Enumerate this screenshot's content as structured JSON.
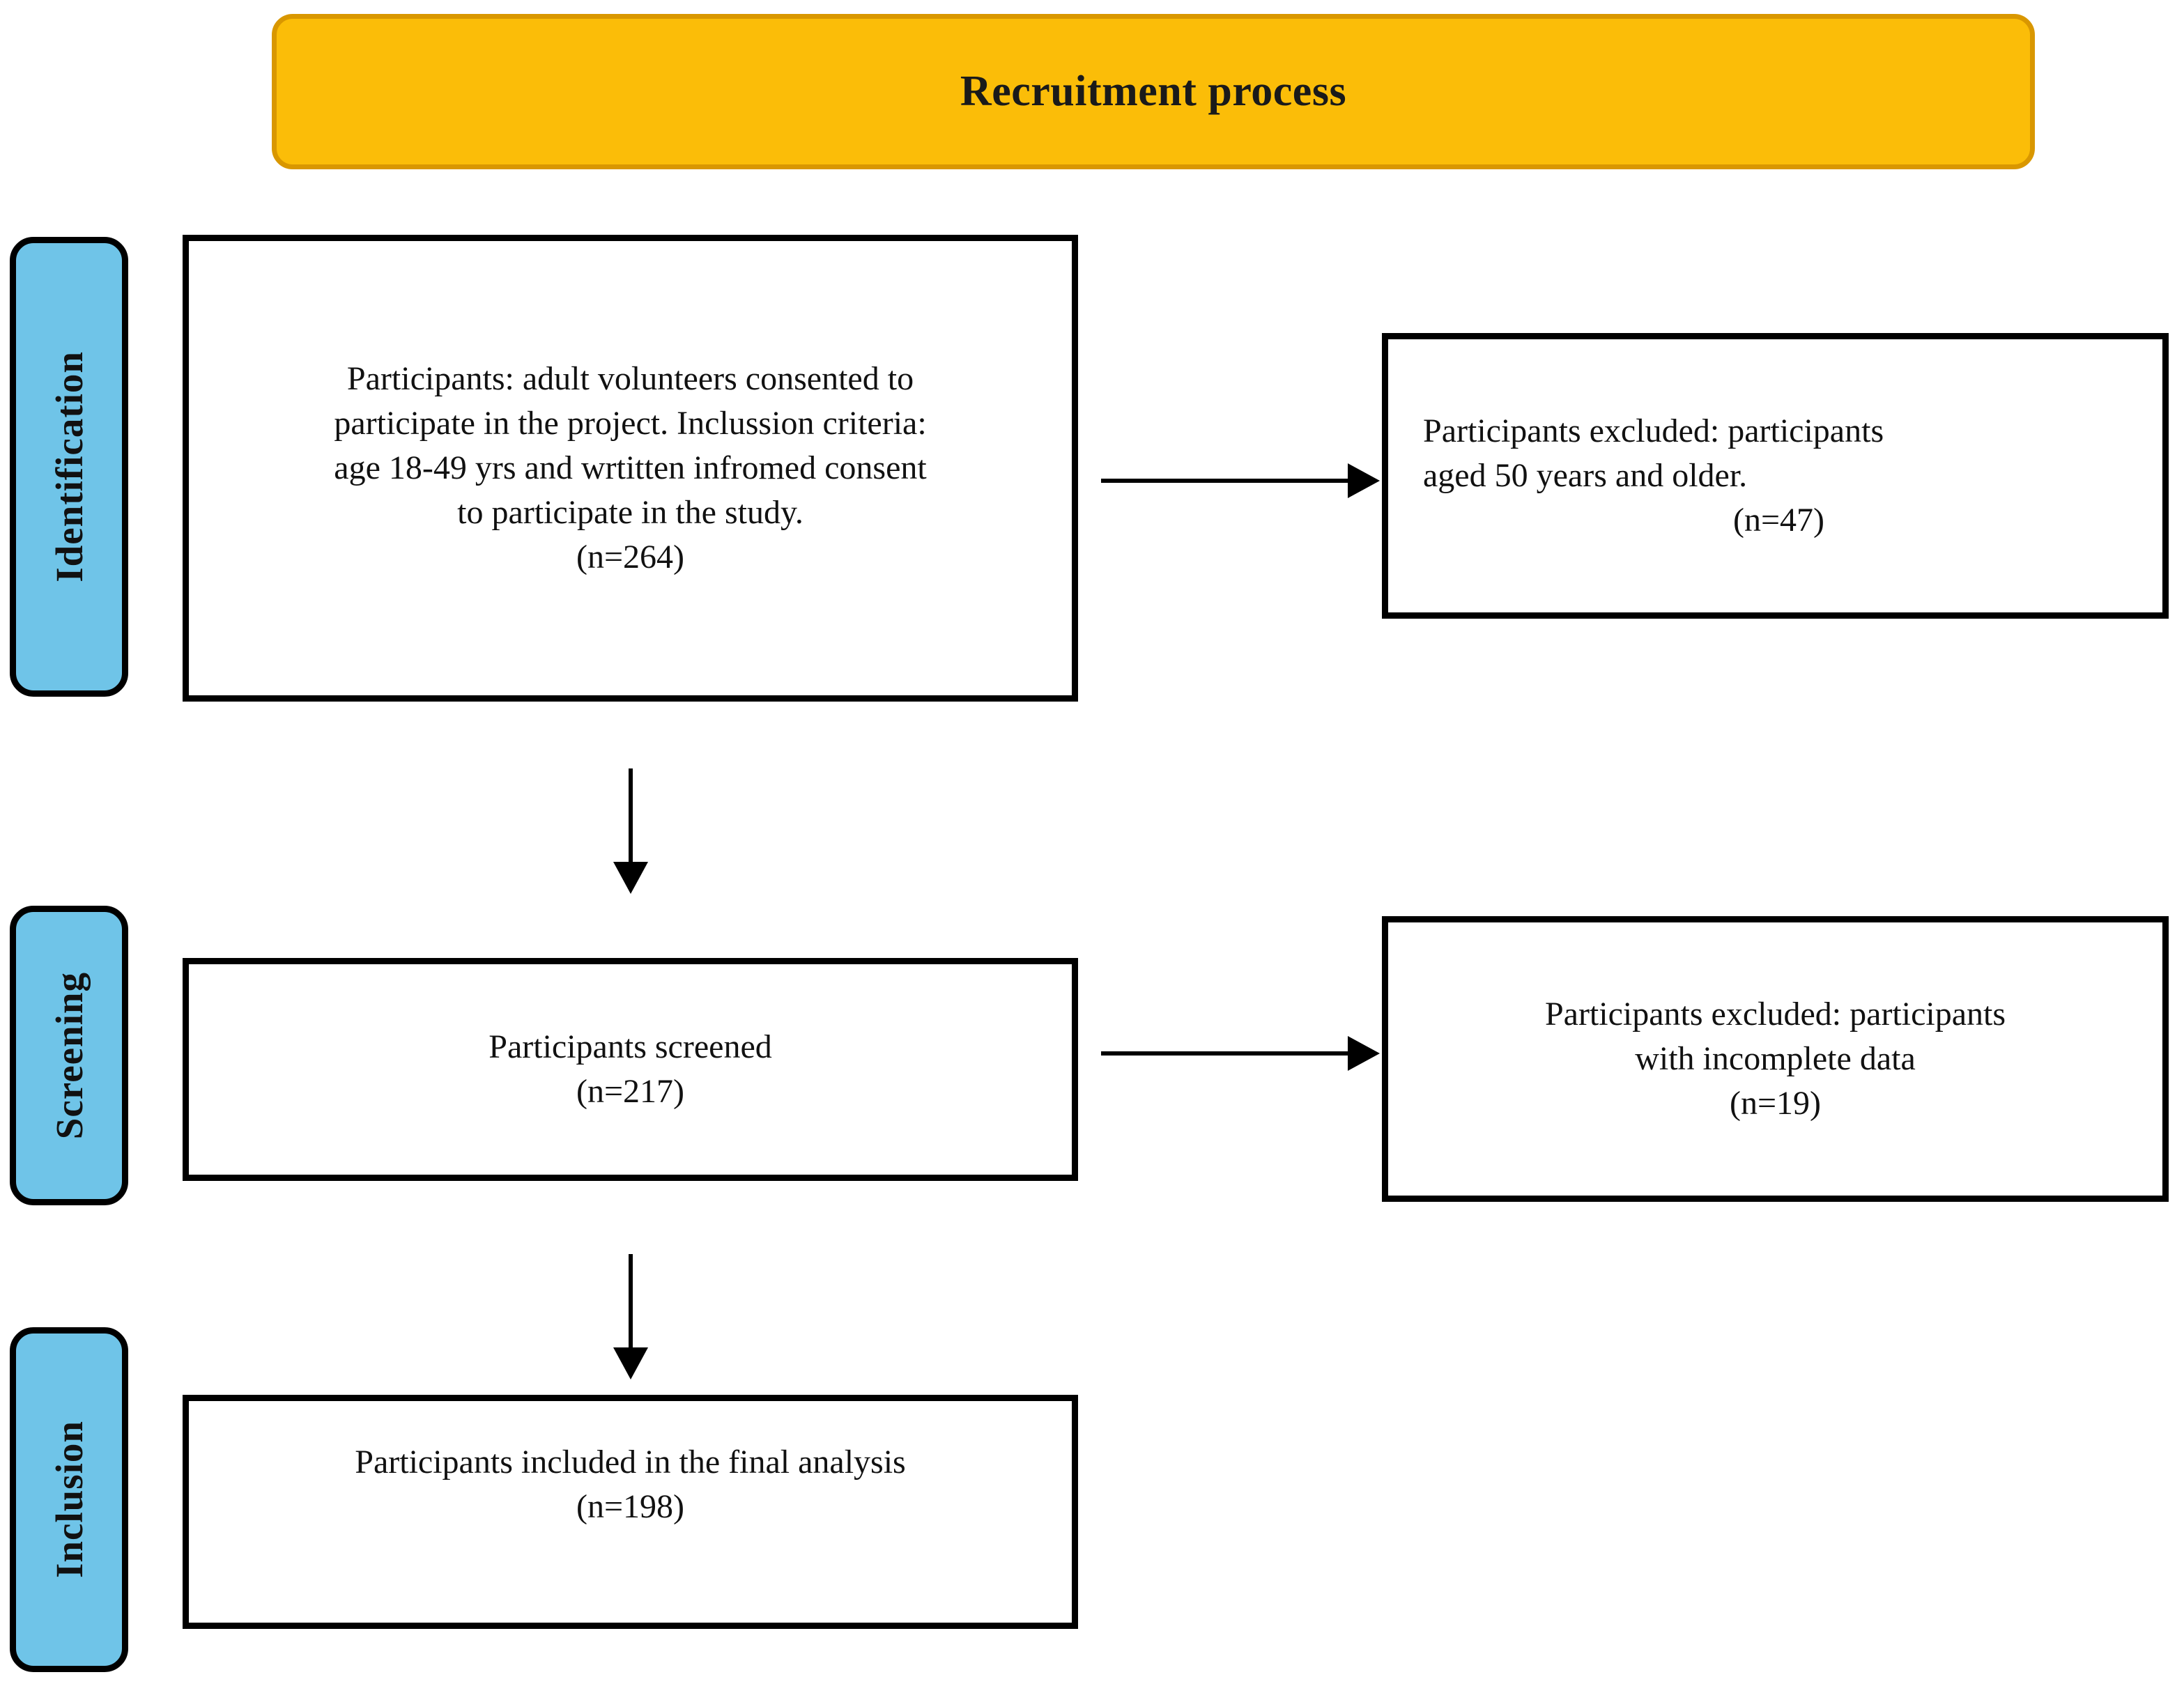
{
  "header": {
    "title": "Recruitment process",
    "fill_color": "#FBBD08",
    "border_color": "#D99700"
  },
  "stages": [
    {
      "label": "Identification",
      "fill_color": "#6FC4E8"
    },
    {
      "label": "Screening",
      "fill_color": "#6FC4E8"
    },
    {
      "label": "Inclusion",
      "fill_color": "#6FC4E8"
    }
  ],
  "boxes": {
    "identification_main": {
      "line1": "Participants: adult volunteers consented to",
      "line2": "participate in the project. Inclussion criteria:",
      "line3": "age 18-49 yrs and wrtitten infromed consent",
      "line4": "to participate in the study.",
      "count": "(n=264)"
    },
    "identification_excluded": {
      "line1": "Participants excluded: participants",
      "line2": "aged 50 years and older.",
      "count": "(n=47)"
    },
    "screening_main": {
      "line1": "Participants screened",
      "count": "(n=217)"
    },
    "screening_excluded": {
      "line1": "Participants excluded: participants",
      "line2": "with incomplete data",
      "count": "(n=19)"
    },
    "inclusion_main": {
      "line1": "Participants included in the final analysis",
      "count": "(n=198)"
    }
  },
  "arrows": {
    "identification_to_excluded": "right-arrow",
    "identification_to_screening": "down-arrow",
    "screening_to_excluded": "right-arrow",
    "screening_to_inclusion": "down-arrow"
  }
}
